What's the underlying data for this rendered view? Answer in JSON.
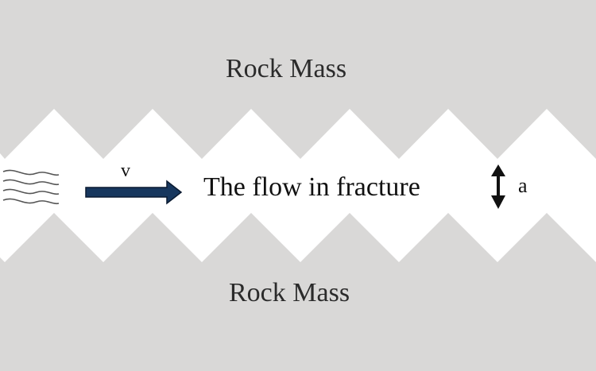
{
  "diagram": {
    "top_region_label": "Rock Mass",
    "bottom_region_label": "Rock Mass",
    "flow_label": "The flow in fracture",
    "velocity_symbol": "v",
    "aperture_symbol": "a"
  },
  "colors": {
    "rock": "#d9d8d7",
    "fracture": "#ffffff",
    "arrow_fill": "#17375e",
    "arrow_outline": "#0a1a30",
    "streamlines": "#555555",
    "aperture_arrow": "#111111"
  }
}
